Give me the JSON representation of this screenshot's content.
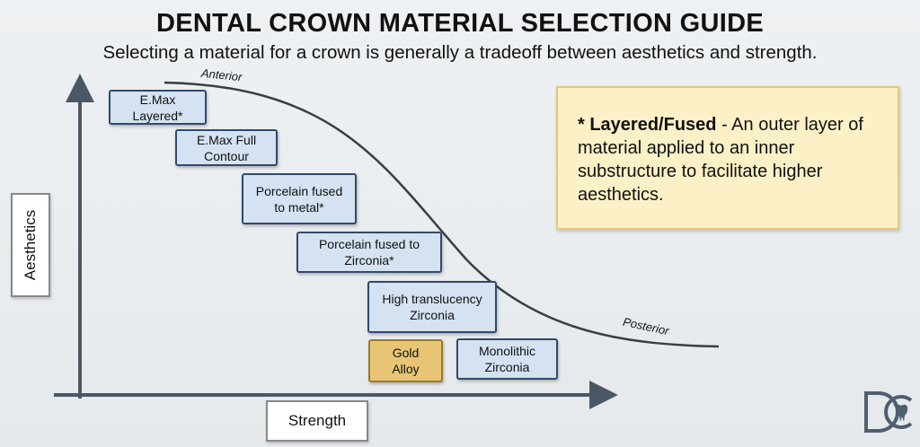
{
  "title": "DENTAL CROWN MATERIAL SELECTION GUIDE",
  "subtitle": "Selecting a material for a crown is generally a tradeoff between aesthetics and strength.",
  "axes": {
    "y_label": "Aesthetics",
    "x_label": "Strength"
  },
  "curve": {
    "start_label": "Anterior",
    "end_label": "Posterior"
  },
  "materials": [
    {
      "line1": "E.Max",
      "line2": "Layered*"
    },
    {
      "line1": "E.Max Full",
      "line2": "Contour"
    },
    {
      "line1": "Porcelain fused",
      "line2": "to metal*"
    },
    {
      "line1": "Porcelain fused to",
      "line2": "Zirconia*"
    },
    {
      "line1": "High translucency",
      "line2": "Zirconia"
    },
    {
      "line1": "Gold",
      "line2": "Alloy"
    },
    {
      "line1": "Monolithic",
      "line2": "Zirconia"
    }
  ],
  "note": {
    "term": "* Layered/Fused",
    "definition": " - An outer layer of material applied to an inner substructure to facilitate higher aesthetics."
  },
  "logo": {
    "text": "DC"
  },
  "colors": {
    "box_fill": "#d4e2f1",
    "box_border": "#2f4a6b",
    "gold_fill": "#e8c575",
    "note_fill": "#fbf0c6"
  }
}
